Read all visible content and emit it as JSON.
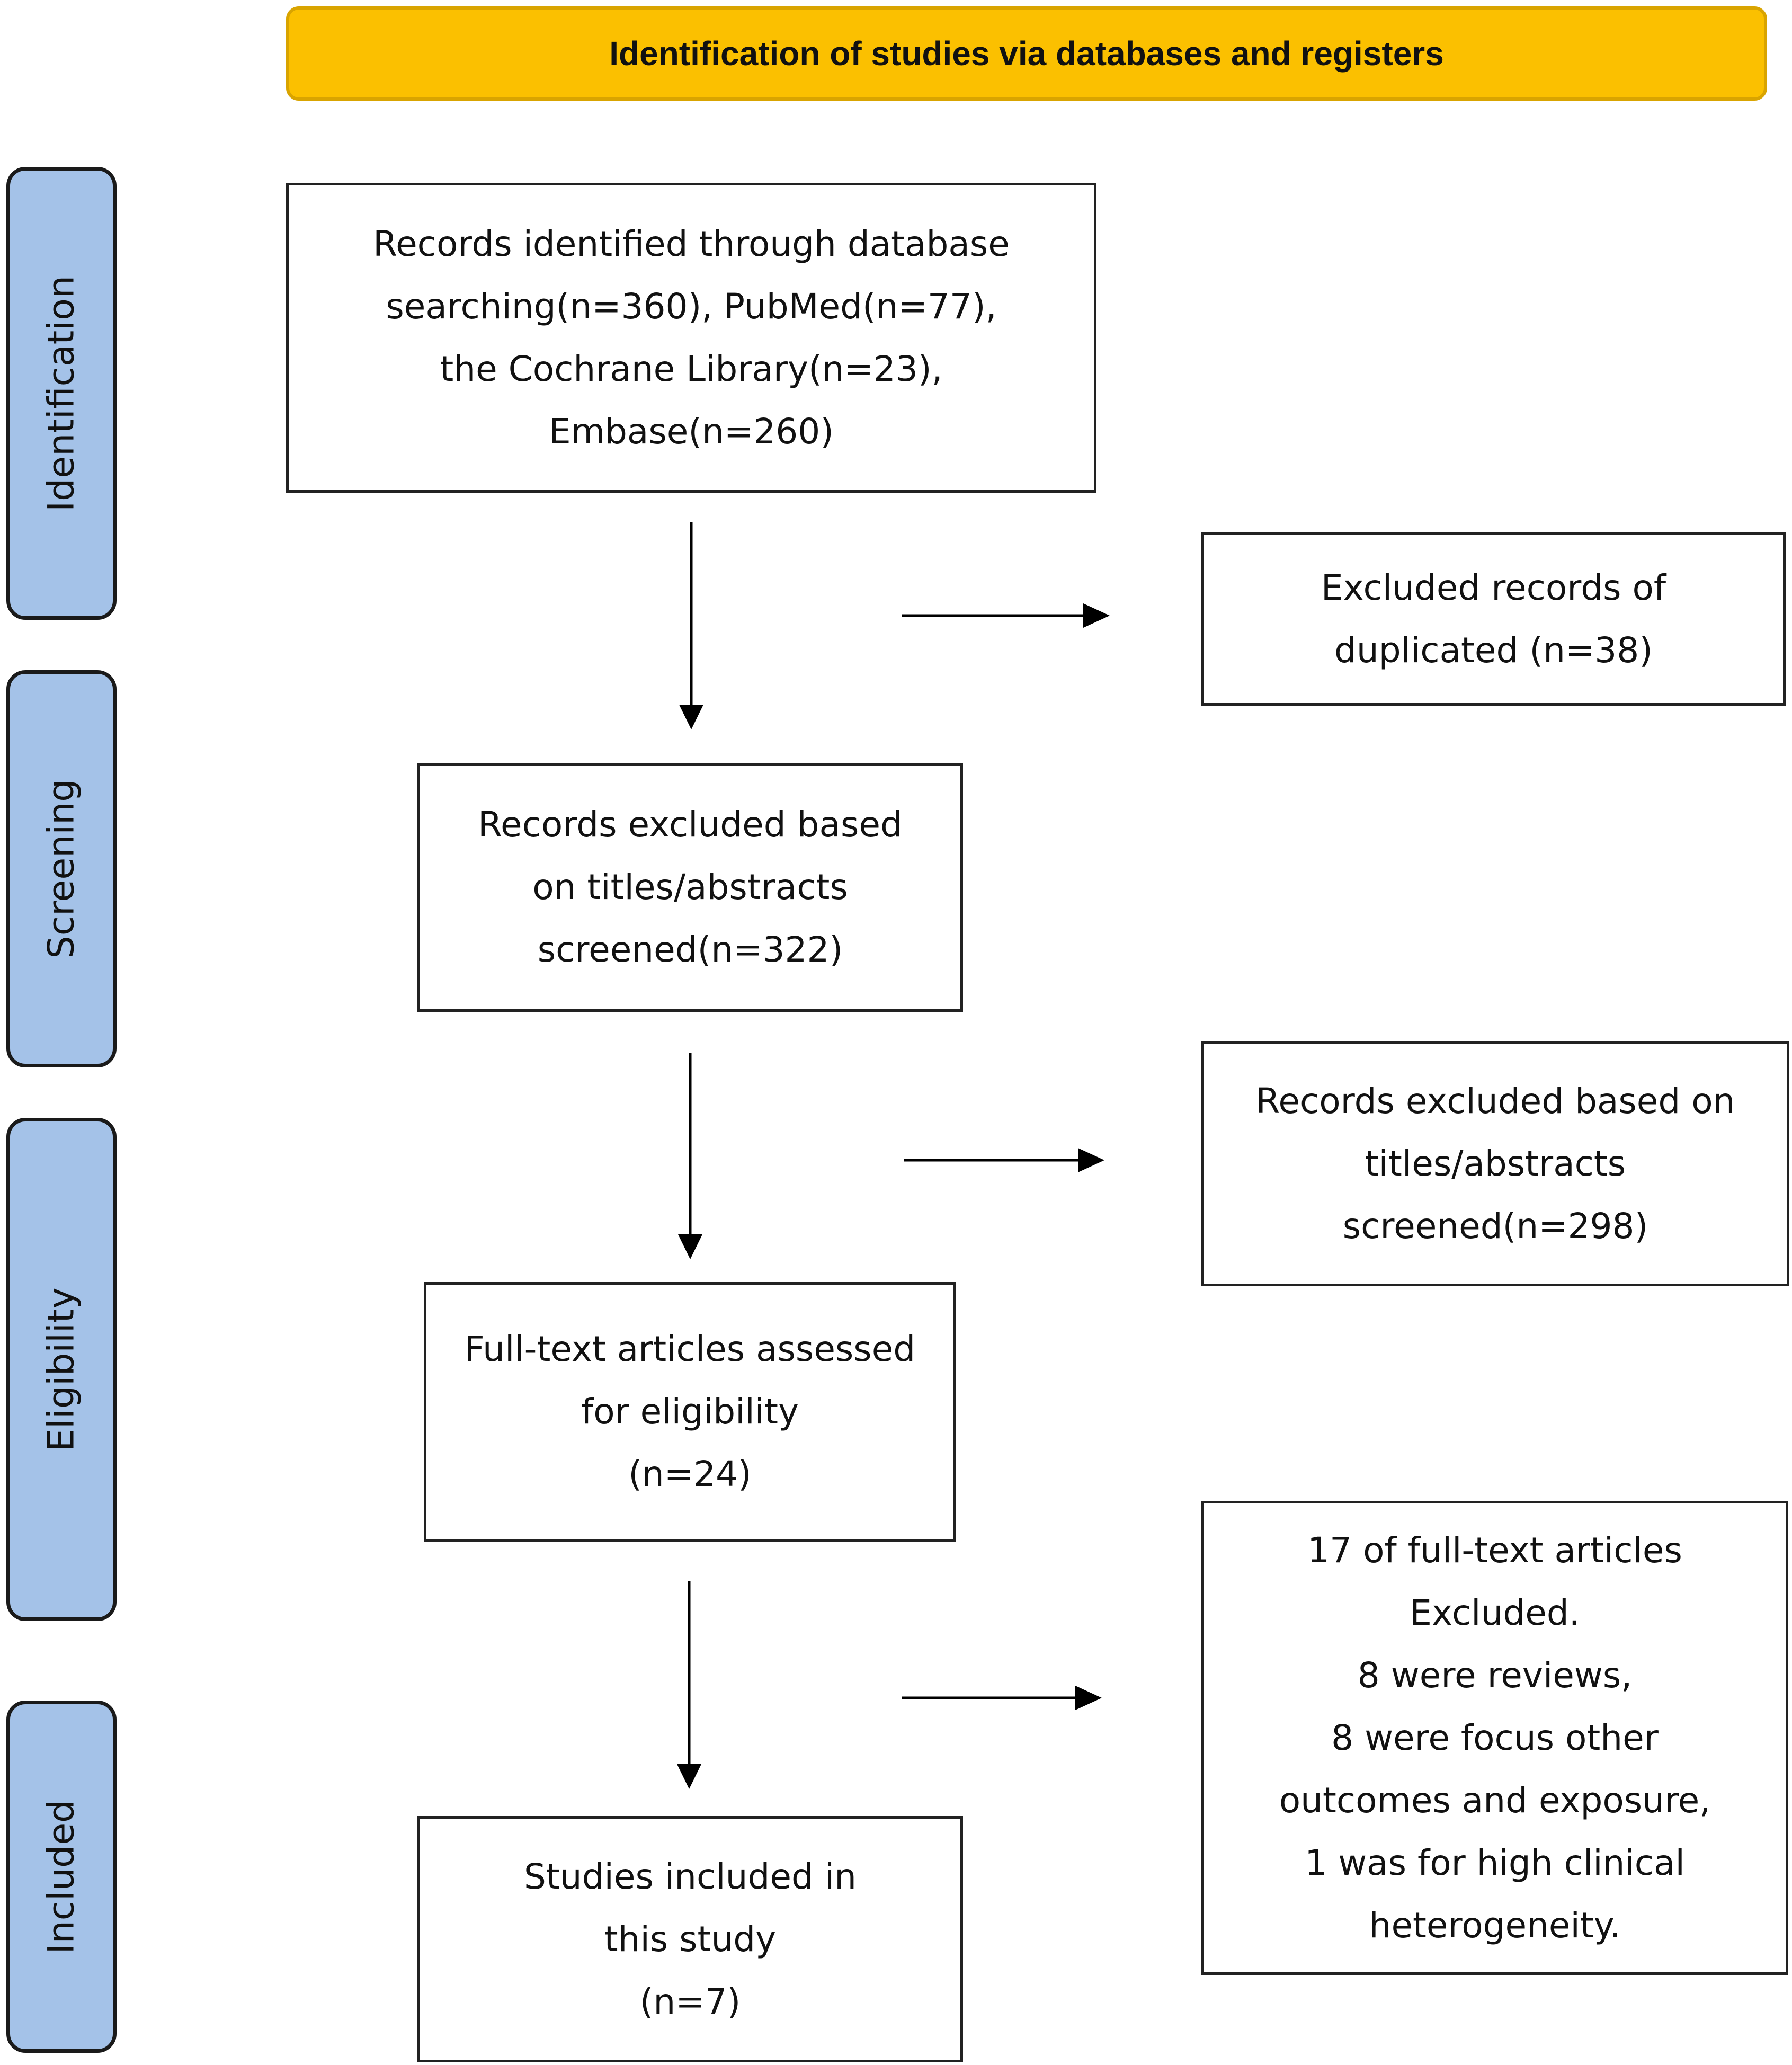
{
  "header": {
    "title": "Identification of studies via databases and registers"
  },
  "phases": {
    "identification": "Identification",
    "screening": "Screening",
    "eligibility": "Eligibility",
    "included": "Included"
  },
  "boxes": {
    "identified": [
      "Records identified through database",
      "searching(n=360), PubMed(n=77),",
      "the Cochrane Library(n=23),",
      "Embase(n=260)"
    ],
    "duplicates_excluded": [
      "Excluded records of",
      "duplicated (n=38)"
    ],
    "screened": [
      "Records excluded based",
      "on titles/abstracts",
      "screened(n=322)"
    ],
    "screen_excluded": [
      "Records excluded based on",
      "titles/abstracts",
      "screened(n=298)"
    ],
    "fulltext": [
      "Full-text articles assessed",
      "for eligibility",
      "(n=24)"
    ],
    "fulltext_excluded": [
      "17 of full-text articles",
      "Excluded.",
      "8 were reviews,",
      "8 were focus other",
      "outcomes and exposure,",
      "1 was for high clinical",
      "heterogeneity."
    ],
    "included": [
      "Studies included in",
      "this study",
      "(n=7)"
    ]
  },
  "colors": {
    "header_fill": "#fbc000",
    "phase_fill": "#a4c2e8",
    "line": "#000000"
  }
}
